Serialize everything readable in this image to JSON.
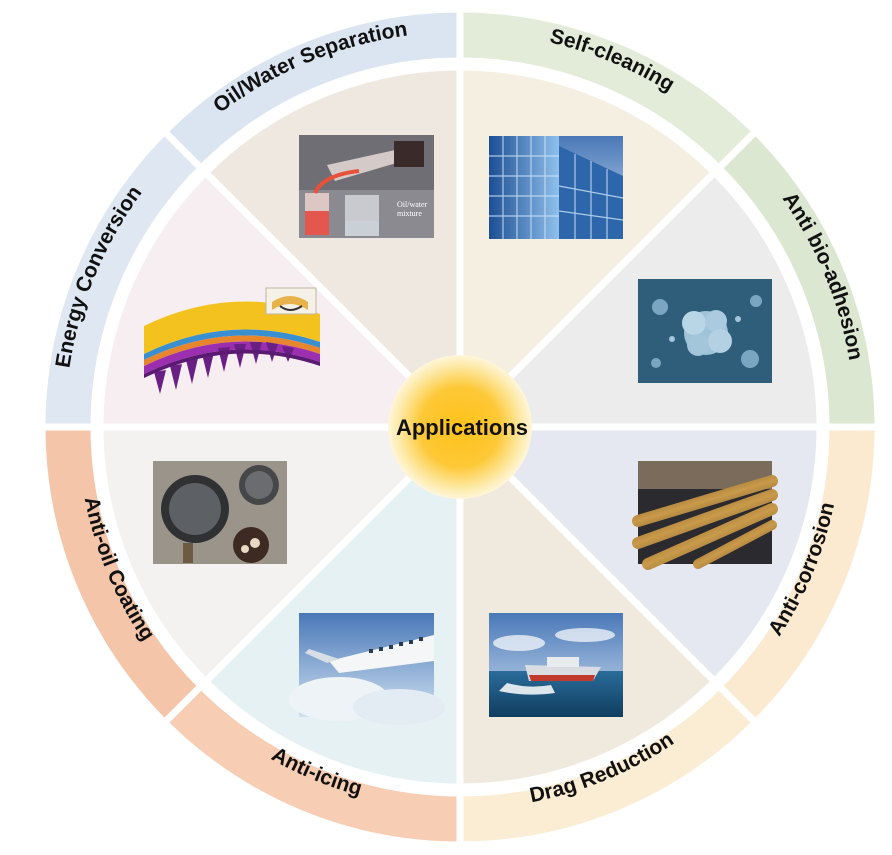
{
  "center": {
    "label": "Applications"
  },
  "segments": [
    {
      "key": "self-cleaning",
      "label": "Self-cleaning",
      "ring_color": "#e2ecd9",
      "inner_color": "#f5efe2",
      "icon": "glass-building-icon"
    },
    {
      "key": "anti-bio-adhesion",
      "label": "Anti bio-adhesion",
      "ring_color": "#dce7d2",
      "inner_color": "#ececec",
      "icon": "bacteria-cluster-icon"
    },
    {
      "key": "anti-corrosion",
      "label": "Anti-corrosion",
      "ring_color": "#fbe9d0",
      "inner_color": "#e6e8f1",
      "icon": "pipelines-icon"
    },
    {
      "key": "drag-reduction",
      "label": "Drag Reduction",
      "ring_color": "#fbecd4",
      "inner_color": "#efe9de",
      "icon": "speed-boat-icon"
    },
    {
      "key": "anti-icing",
      "label": "Anti-icing",
      "ring_color": "#f7cdb3",
      "inner_color": "#e6f1f4",
      "icon": "airplane-wing-icon"
    },
    {
      "key": "anti-oil-coating",
      "label": "Anti-oil Coating",
      "ring_color": "#f5c5aa",
      "inner_color": "#f4f1f1",
      "icon": "frying-pan-icon"
    },
    {
      "key": "energy-conversion",
      "label": "Energy Conversion",
      "ring_color": "#dfe7f2",
      "inner_color": "#f6eef0",
      "icon": "layered-film-icon"
    },
    {
      "key": "oil-water-separation",
      "label": "Oil/Water Separation",
      "ring_color": "#dbe5f1",
      "inner_color": "#efe8e0",
      "icon": "beakers-icon"
    }
  ],
  "photos": {
    "beaker_note": "Oil/water\nmixture"
  }
}
